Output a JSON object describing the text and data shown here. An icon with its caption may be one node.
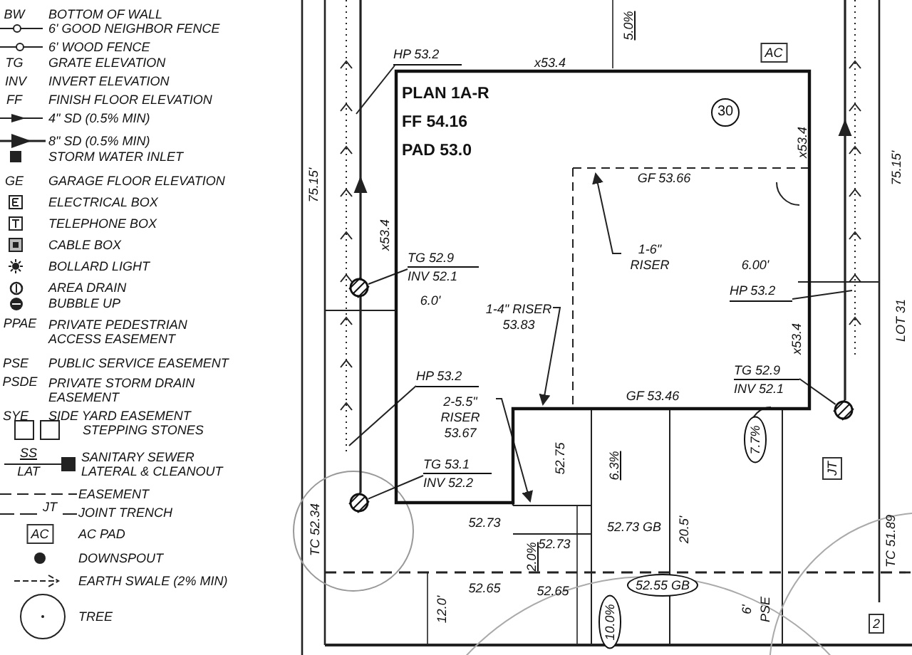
{
  "diagram": {
    "nodes": [
      {
        "text": [
          "PLAN 1A-R",
          "FF 54.16",
          "PAD 53.0"
        ]
      },
      {
        "text": [
          "HP 53.2"
        ]
      },
      {
        "text": [
          "30"
        ],
        "in": 0
      },
      {
        "text": [
          "TG 52.9",
          "INV 52.1"
        ],
        "in": 0
      },
      {
        "text": [],
        "shape": "circle"
      },
      {
        "text": [
          "1-6\" RISER"
        ],
        "in": 0
      },
      {
        "text": [
          "1-4\" RISER 53.83"
        ],
        "in": 0
      },
      {
        "text": [
          "HP 53.2"
        ],
        "in": 0
      },
      {
        "text": [
          "HP 53.2"
        ],
        "in": 0
      },
      {
        "text": [
          "TG 52.9",
          "INV 52.1"
        ],
        "in": 0
      },
      {
        "text": [],
        "shape": "circle"
      },
      {
        "text": [
          "2-5.5\" RISER 53.67"
        ],
        "in": 0
      },
      {
        "text": [
          "TG 53.1",
          "INV 52.2"
        ],
        "in": 0
      },
      {
        "text": [],
        "shape": "circle"
      }
    ],
    "edges": [
      {
        "from": 1,
        "to": null,
        "arrow": "none"
      },
      {
        "from": 3,
        "to": 4,
        "arrow": "none"
      },
      {
        "from": 5,
        "to": null,
        "arrow": "to"
      },
      {
        "from": 6,
        "to": null,
        "arrow": "to"
      },
      {
        "from": 7,
        "to": null,
        "arrow": "none"
      },
      {
        "from": 8,
        "to": null,
        "arrow": "none"
      },
      {
        "from": 9,
        "to": 10,
        "arrow": "none"
      },
      {
        "from": 11,
        "to": null,
        "arrow": "to"
      },
      {
        "from": 12,
        "to": 13,
        "arrow": "none"
      }
    ],
    "labels": [
      "BW",
      "TG",
      "INV",
      "FF",
      "GE",
      "PPAE",
      "PSE",
      "PSDE",
      "SYE",
      "SS",
      "LAT",
      "JT",
      "AC",
      "5.0%",
      "AC",
      "x53.4",
      "75.15'",
      "x53.4",
      "x53.4",
      "75.15'",
      "GF 53.66",
      "6.0'",
      "6.00'",
      "LOT 31",
      "x53.4",
      "GF 53.46",
      "7.7%",
      "JT",
      "52.75",
      "6.3%",
      "TC 52.34",
      "52.73",
      "52.73",
      "2.0%",
      "52.73 GB",
      "20.5'",
      "TC 51.89",
      "52.65",
      "52.65",
      "52.55 GB",
      "12.0'",
      "10.0%",
      "6'",
      "PSE",
      "2"
    ],
    "legend": [
      {
        "text": "BOTTOM OF WALL"
      },
      {
        "text": "6' GOOD NEIGHBOR FENCE"
      },
      {
        "text": "6' WOOD FENCE"
      },
      {
        "text": "GRATE ELEVATION"
      },
      {
        "text": "INVERT ELEVATION"
      },
      {
        "text": "FINISH FLOOR ELEVATION"
      },
      {
        "text": "4\" SD (0.5% MIN)"
      },
      {
        "text": "8\" SD (0.5% MIN)"
      },
      {
        "text": "STORM WATER INLET"
      },
      {
        "text": "GARAGE FLOOR ELEVATION"
      },
      {
        "text": "ELECTRICAL BOX"
      },
      {
        "text": "TELEPHONE BOX"
      },
      {
        "text": "CABLE BOX"
      },
      {
        "text": "BOLLARD LIGHT"
      },
      {
        "text": "AREA DRAIN"
      },
      {
        "text": "BUBBLE UP"
      },
      {
        "text": "PRIVATE PEDESTRIAN ACCESS EASEMENT"
      },
      {
        "text": "PUBLIC SERVICE EASEMENT"
      },
      {
        "text": "PRIVATE STORM DRAIN EASEMENT"
      },
      {
        "text": "SIDE YARD EASEMENT"
      },
      {
        "text": "STEPPING STONES"
      },
      {
        "text": "SANITARY SEWER LATERAL & CLEANOUT"
      },
      {
        "text": "EASEMENT"
      },
      {
        "text": "JOINT TRENCH"
      },
      {
        "text": "AC PAD"
      },
      {
        "text": "DOWNSPOUT"
      },
      {
        "text": "EARTH SWALE (2% MIN)"
      },
      {
        "text": "TREE"
      }
    ]
  }
}
